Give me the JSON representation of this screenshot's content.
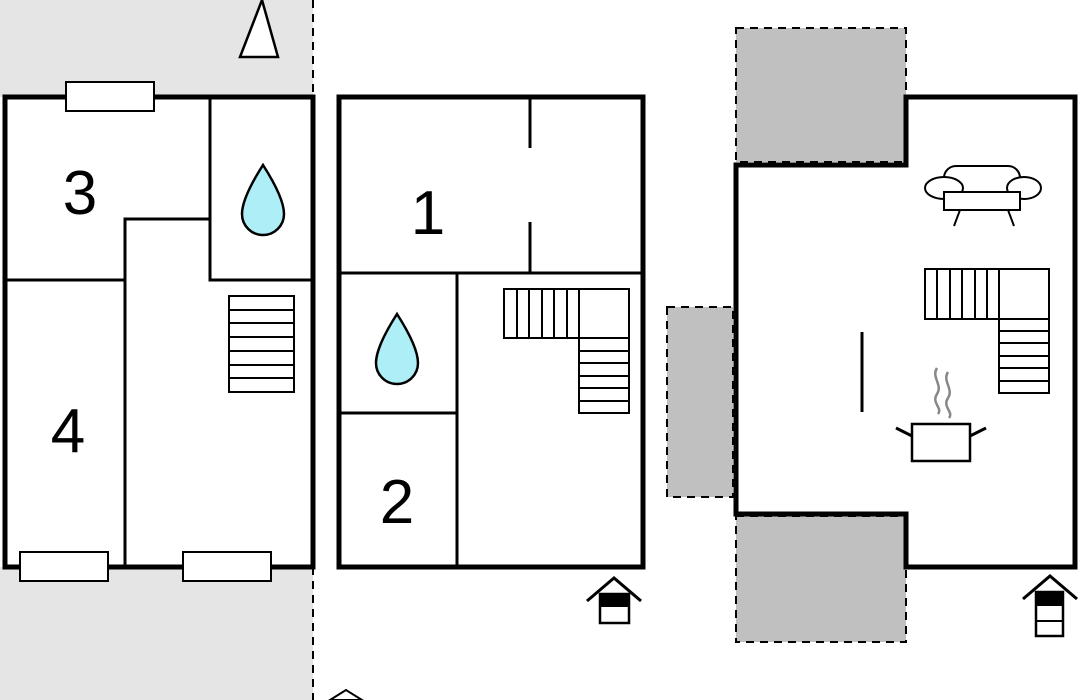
{
  "floorplan": {
    "rooms": [
      {
        "id": "room-1",
        "label": "1"
      },
      {
        "id": "room-2",
        "label": "2"
      },
      {
        "id": "room-3",
        "label": "3"
      },
      {
        "id": "room-4",
        "label": "4"
      }
    ],
    "icons": [
      "north-arrow-icon",
      "bathroom-drop-icon",
      "stairs-icon",
      "sofa-icon",
      "cooking-pot-icon",
      "entrance-house-icon"
    ],
    "colors": {
      "wall": "#000000",
      "terrace_light": "#e5e5e5",
      "terrace_dark": "#c0c0c0",
      "water": "#aeeef6"
    }
  }
}
